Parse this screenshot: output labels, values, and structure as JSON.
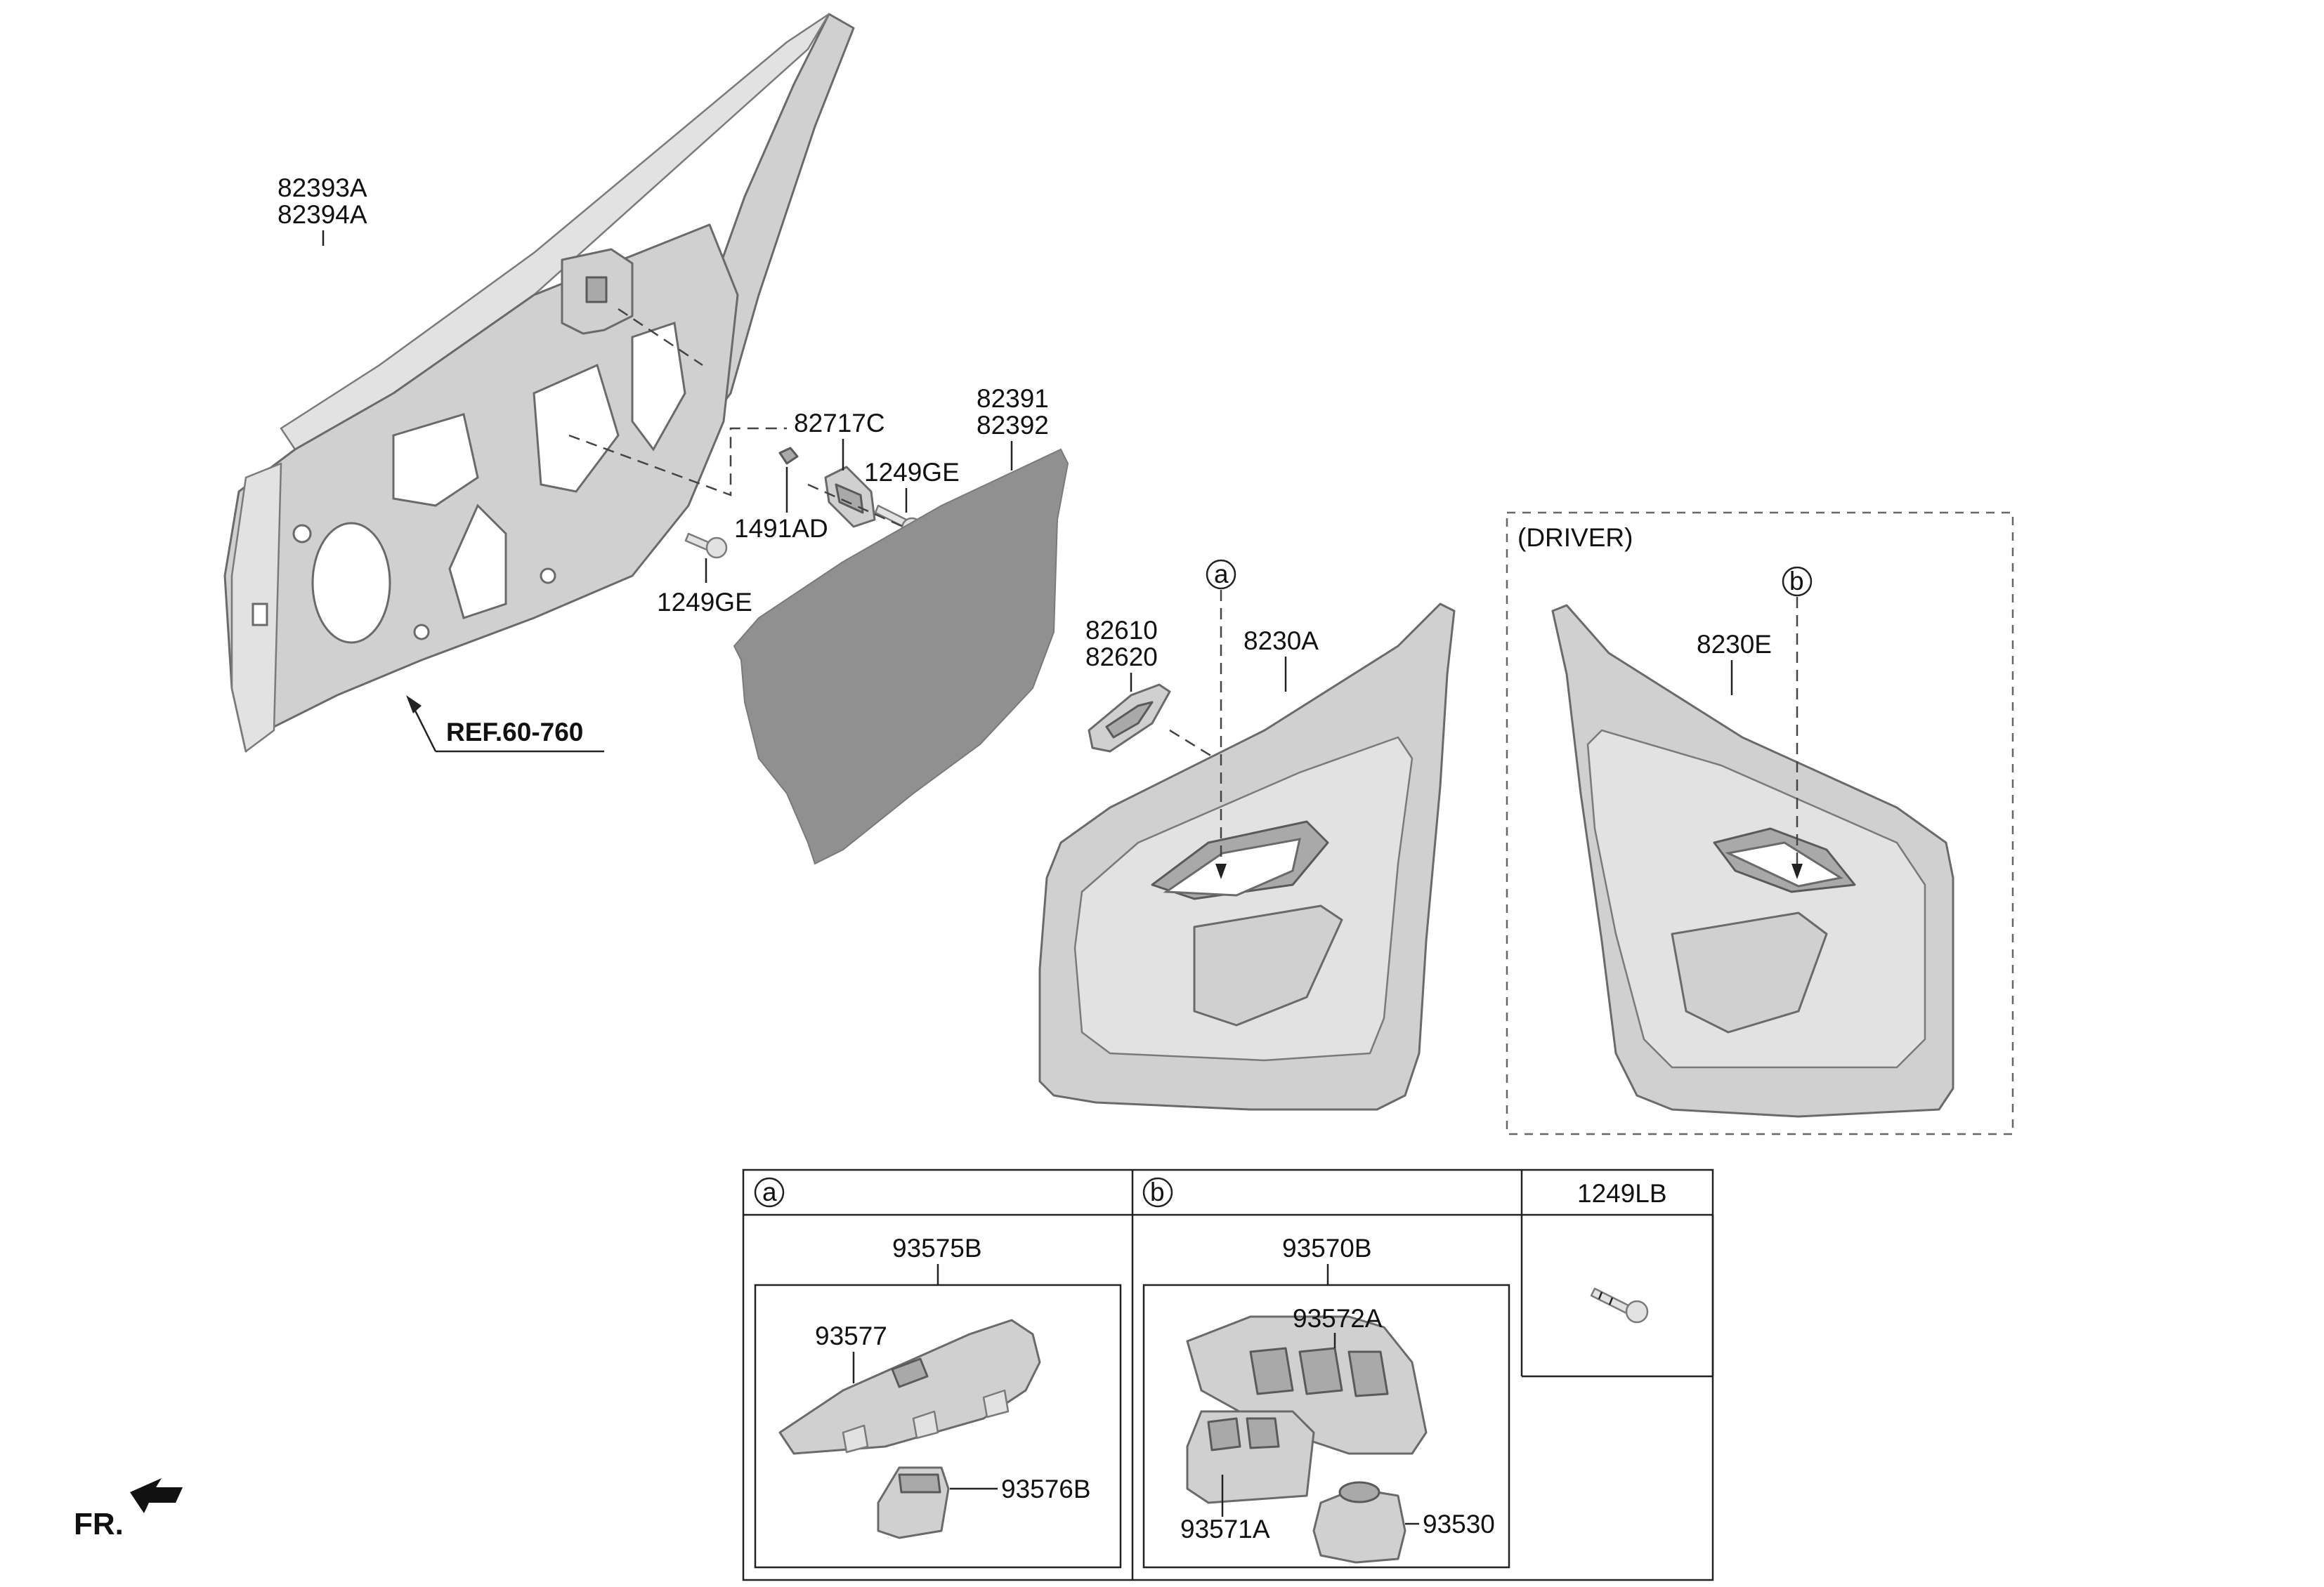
{
  "labels": {
    "p82393A": "82393A",
    "p82394A": "82394A",
    "p82717C": "82717C",
    "p1249GE_upper": "1249GE",
    "p1491AD": "1491AD",
    "p1249GE_lower": "1249GE",
    "p82391": "82391",
    "p82392": "82392",
    "ref": "REF.60-760",
    "p82610": "82610",
    "p82620": "82620",
    "p8230A": "8230A",
    "p8230E": "8230E",
    "driver": "(DRIVER)",
    "marker_a": "a",
    "marker_b": "b",
    "fr": "FR."
  },
  "table": {
    "col_a_marker": "a",
    "col_b_marker": "b",
    "col_c_part": "1249LB",
    "a_group": "93575B",
    "a_part1": "93577",
    "a_part2": "93576B",
    "b_group": "93570B",
    "b_part1": "93572A",
    "b_part2": "93571A",
    "b_part3": "93530"
  },
  "colors": {
    "part_fill": "#d0d0d0",
    "part_stroke": "#6a6a6a",
    "pad_fill": "#909090"
  },
  "icons": {
    "front_arrow": "front-direction-arrow-icon",
    "screw": "screw-icon"
  }
}
